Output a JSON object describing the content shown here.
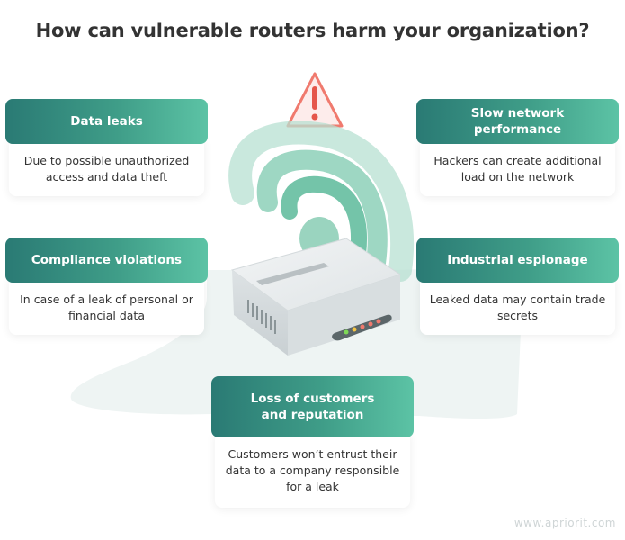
{
  "title": "How can vulnerable routers harm your organization?",
  "cards": [
    {
      "heading": "Data leaks",
      "text": "Due to possible unauthorized access and data theft"
    },
    {
      "heading": "Slow network performance",
      "text": "Hackers can create additional load on the network"
    },
    {
      "heading": "Compliance violations",
      "text": "In case of a leak of personal or financial data"
    },
    {
      "heading": "Industrial espionage",
      "text": "Leaked data may contain trade secrets"
    },
    {
      "heading": "Loss of customers and reputation",
      "text": "Customers won’t entrust their data to a company responsible for a leak"
    }
  ],
  "watermark": "www.apriorit.com",
  "colors": {
    "accent_dark": "#2a7a74",
    "accent_light": "#5cc3a5",
    "warning": "#f07a6e"
  },
  "icons": {
    "warning": "warning-triangle-icon",
    "router": "wifi-router-illustration"
  }
}
